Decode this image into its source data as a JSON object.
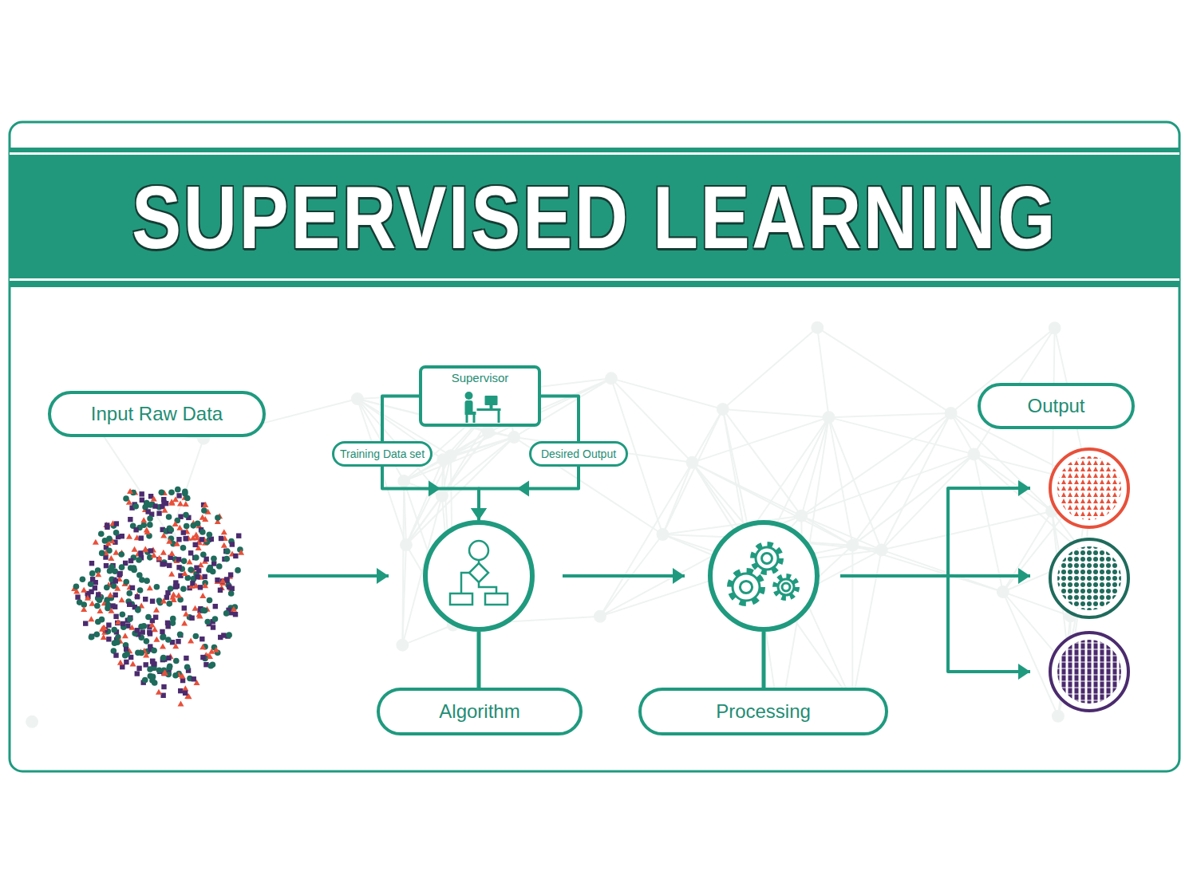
{
  "diagram": {
    "title": "SUPERVISED LEARNING",
    "nodes": [
      {
        "text": [
          "Input Raw Data"
        ]
      },
      {
        "text": [
          "Supervisor"
        ]
      },
      {
        "text": [
          "Training Data set"
        ]
      },
      {
        "text": [
          "Desired Output"
        ]
      },
      {
        "text": [
          "Algorithm"
        ]
      },
      {
        "text": [
          "Processing"
        ]
      },
      {
        "text": [
          "Output"
        ]
      }
    ],
    "edges": [
      {
        "from": 1,
        "to": 2,
        "arrow": "none"
      },
      {
        "from": 1,
        "to": 3,
        "arrow": "none"
      },
      {
        "from": 2,
        "to": 4,
        "arrow": "to"
      },
      {
        "from": 3,
        "to": 4,
        "arrow": "to"
      },
      {
        "from": 0,
        "to": 4,
        "arrow": "to"
      },
      {
        "from": 4,
        "to": 5,
        "arrow": "to"
      },
      {
        "from": 5,
        "to": 6,
        "arrow": "to"
      }
    ]
  }
}
